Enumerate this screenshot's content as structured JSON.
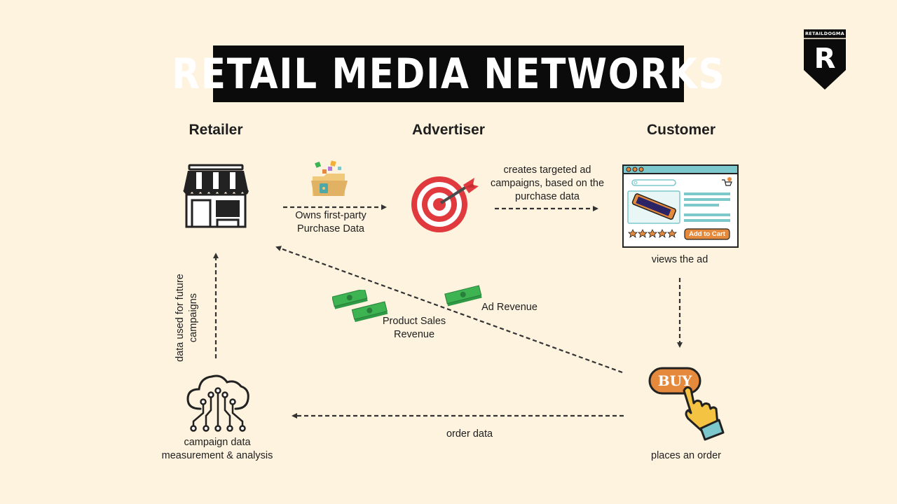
{
  "title": "RETAIL MEDIA NETWORKS",
  "brand": {
    "wordmark": "RETAILDOGMA",
    "letter": "R"
  },
  "columns": {
    "retailer": "Retailer",
    "advertiser": "Advertiser",
    "customer": "Customer"
  },
  "labels": {
    "owns_data_line1": "Owns first-party",
    "owns_data_line2": "Purchase Data",
    "creates_line1": "creates targeted ad",
    "creates_line2": "campaigns, based on the",
    "creates_line3": "purchase data",
    "views_ad": "views the ad",
    "ad_revenue": "Ad Revenue",
    "product_sales_line1": "Product Sales",
    "product_sales_line2": "Revenue",
    "data_used_line1": "data used for future",
    "data_used_line2": "campaigns",
    "campaign_line1": "campaign data",
    "campaign_line2": "measurement & analysis",
    "order_data": "order data",
    "places_order": "places an order"
  },
  "mockup": {
    "button": "Add to Cart",
    "rating_stars": 5
  },
  "buy_button": "BUY",
  "colors": {
    "background": "#fdf3df",
    "title_bg": "#0b0b0b",
    "target_red": "#e0393e",
    "money_green": "#3db352",
    "accent_orange": "#e58a3c",
    "mockup_header": "#7cc8cc"
  },
  "icons": [
    "storefront-icon",
    "open-folder-icon",
    "target-icon",
    "web-shop-icon",
    "money-icon",
    "cloud-network-icon",
    "buy-hand-icon",
    "shield-logo-icon"
  ]
}
